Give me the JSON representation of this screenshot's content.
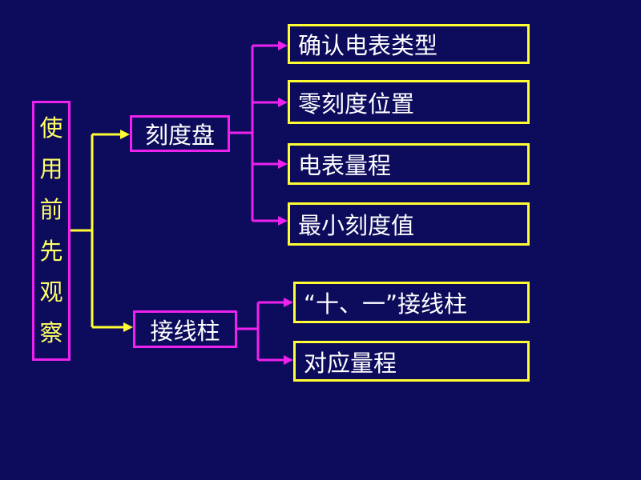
{
  "diagram": {
    "root": {
      "label": "使用前先观察",
      "chars": [
        "使",
        "用",
        "前",
        "先",
        "观",
        "察"
      ]
    },
    "branches": [
      {
        "label": "刻度盘",
        "items": [
          "确认电表类型",
          "零刻度位置",
          "电表量程",
          "最小刻度值"
        ]
      },
      {
        "label": "接线柱",
        "items": [
          "“十、一”接线柱",
          "对应量程"
        ]
      }
    ]
  },
  "colors": {
    "background": "#0d0b5c",
    "connector": "#ee22ee",
    "root_connector": "#ffff33",
    "root_text": "#ffff66",
    "branch_border": "#ee22ee",
    "leaf_border": "#ffff33",
    "text": "#ffffff"
  }
}
